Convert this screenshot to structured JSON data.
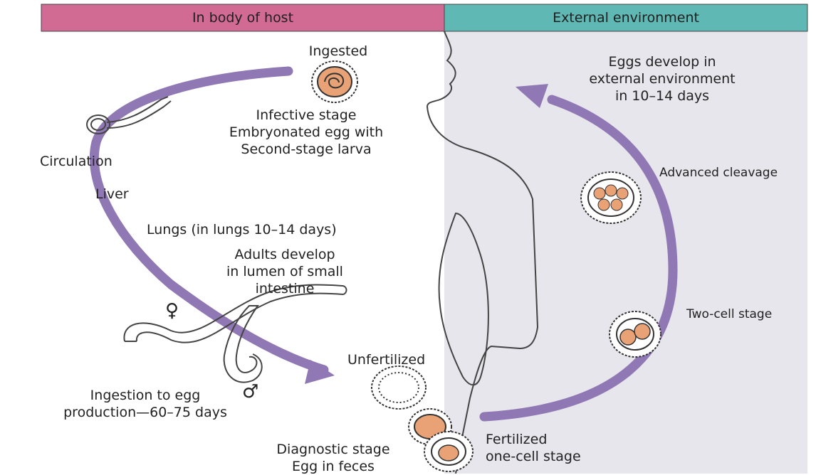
{
  "headers": {
    "host": "In body of host",
    "environment": "External environment"
  },
  "labels": {
    "ingested": "Ingested",
    "infective": [
      "Infective stage",
      "Embryonated egg with",
      "Second-stage larva"
    ],
    "circulation": "Circulation",
    "liver": "Liver",
    "lungs": "Lungs (in lungs 10–14 days)",
    "adults": [
      "Adults develop",
      "in lumen of small",
      "intestine"
    ],
    "female_symbol": "♀",
    "male_symbol": "♂",
    "ingestion_to_egg": [
      "Ingestion to egg",
      "production—60–75 days"
    ],
    "unfertilized": "Unfertilized",
    "diagnostic": [
      "Diagnostic stage",
      "Egg in feces"
    ],
    "fertilized": [
      "Fertilized",
      "one-cell stage"
    ],
    "two_cell": "Two-cell stage",
    "advanced_cleavage": "Advanced cleavage",
    "eggs_develop": [
      "Eggs develop in",
      "external environment",
      "in 10–14 days"
    ]
  },
  "colors": {
    "host_band": "#d16b94",
    "env_band": "#5fb8b3",
    "env_bg": "#e6e6ec",
    "arrow": "#9078b4",
    "egg_yolk": "#e8a276",
    "outline": "#333333"
  }
}
